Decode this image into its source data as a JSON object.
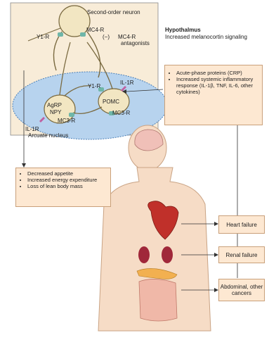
{
  "neuron_diagram": {
    "second_order_neuron": "Second-order neuron",
    "y1r_top": "Y1-R",
    "mc4r": "MC4-R",
    "inhibition_sign": "(−)",
    "mc4r_antagonists_line1": "MC4-R",
    "mc4r_antagonists_line2": "antagonists",
    "y1r_pomc": "Y1-R",
    "il1r_pomc": "IL-1R",
    "agrp": "AgRP",
    "npy": "NPY",
    "pomc": "POMC",
    "mc3r_agrp": "MC3-R",
    "mc3r_pomc": "MC3-R",
    "il1r_arcuate": "IL-1R",
    "arcuate_nucleus": "Arcuate nucleus"
  },
  "hypothalamus": {
    "title": "Hypothalmus",
    "subtitle": "Increased melanocortin signaling"
  },
  "inflammation_box": {
    "items": [
      "Acute-phase proteins (CRP)",
      "Increased systemic inflammatory response (IL-1β, TNF, IL-6, other cytokines)"
    ]
  },
  "effects_box": {
    "items": [
      "Decreased appetite",
      "Increased energy expenditure",
      "Loss of lean body mass"
    ]
  },
  "diseases": {
    "heart_failure": "Heart failure",
    "renal_failure": "Renal failure",
    "abdominal_cancers": "Abdominal, other cancers"
  },
  "colors": {
    "panel_bg": "#f8ecd8",
    "arcuate_fill": "#b7d3ee",
    "box_fill": "#fde8d2",
    "heart": "#c0302a",
    "kidney": "#a0283a"
  }
}
